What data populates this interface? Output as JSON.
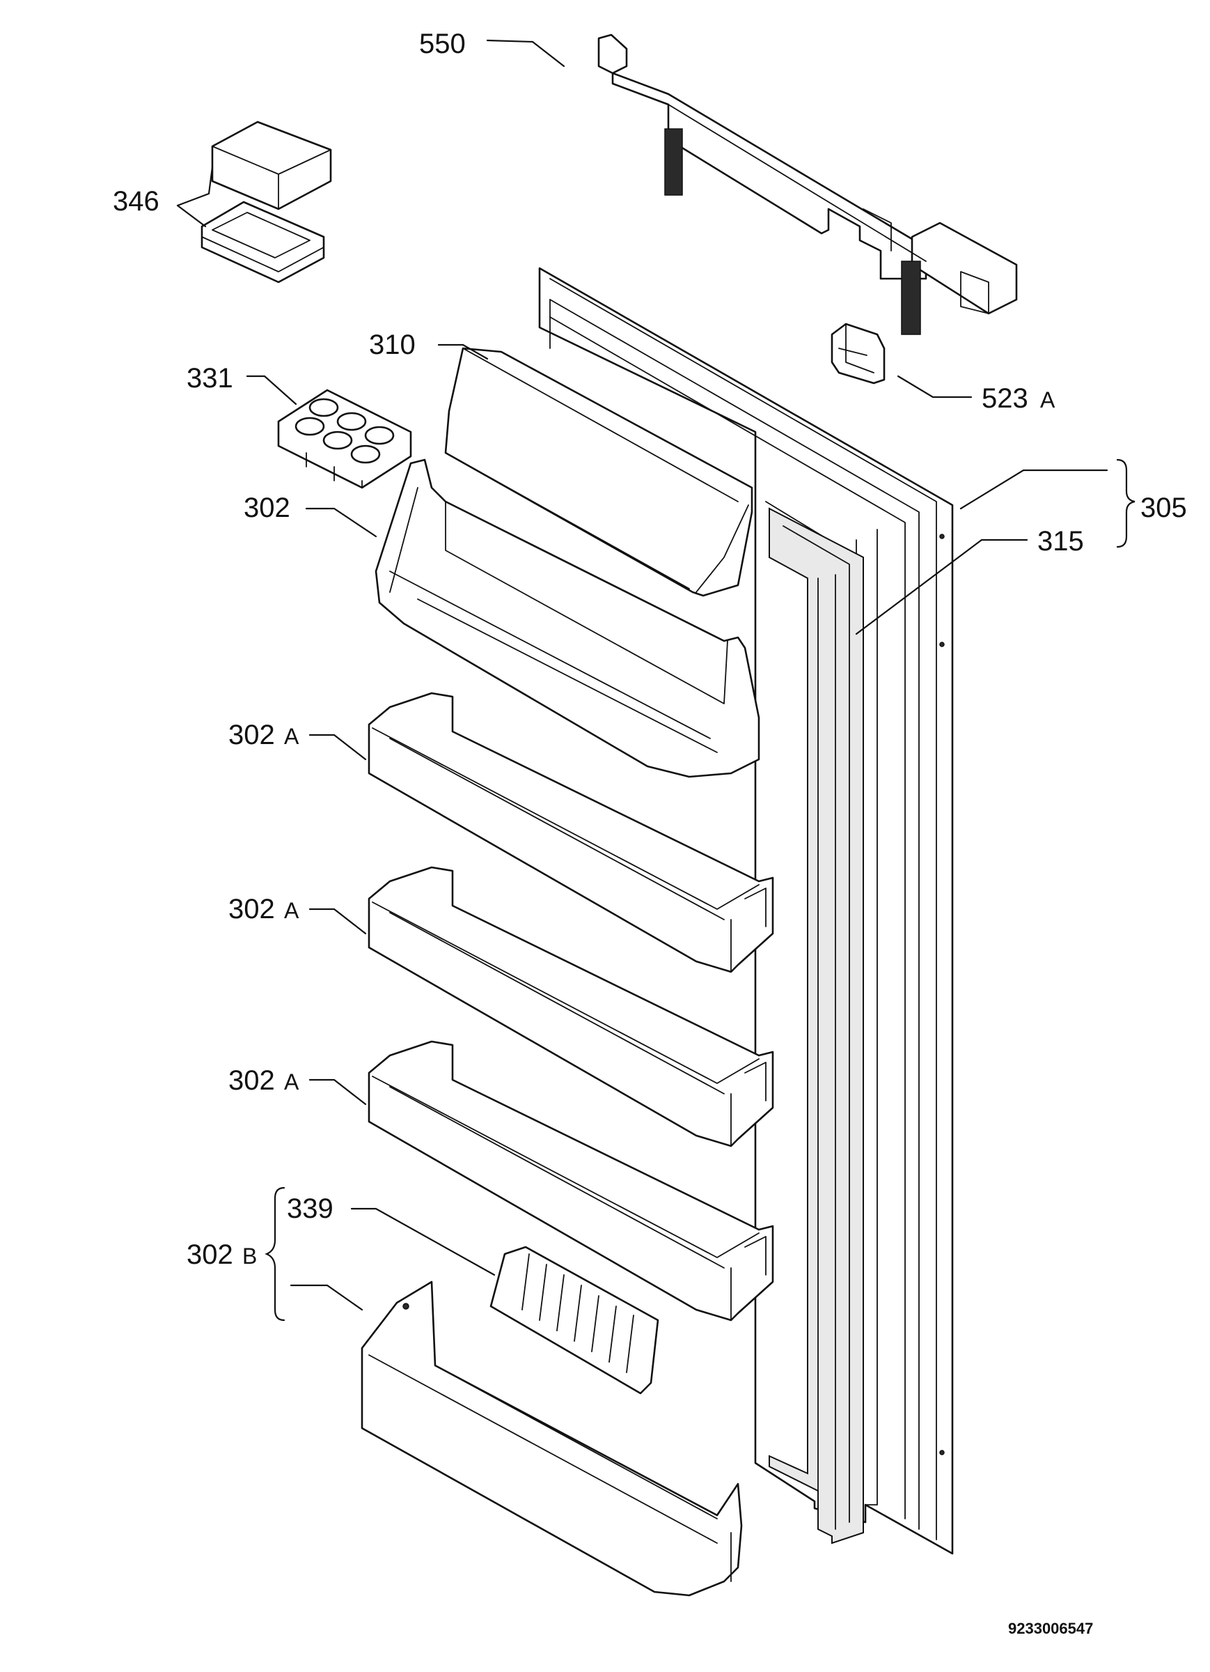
{
  "diagram": {
    "callouts": {
      "c550": "550",
      "c346": "346",
      "c310": "310",
      "c331": "331",
      "c523": "523",
      "c523_suffix": "A",
      "c302": "302",
      "c305": "305",
      "c315": "315",
      "c302a_1": "302",
      "c302a_2": "302",
      "c302a_3": "302",
      "c302a_suffix": "A",
      "c339": "339",
      "c302b": "302",
      "c302b_suffix": "B"
    },
    "drawing_code": "9233006547"
  }
}
